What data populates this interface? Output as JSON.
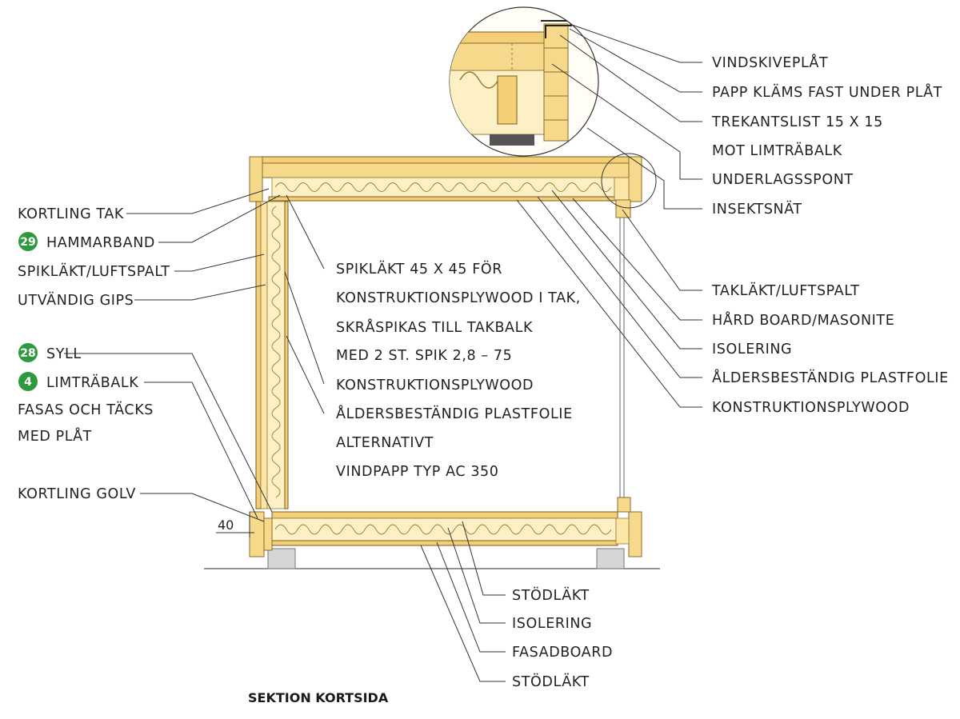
{
  "title": "SEKTION KORTSIDA",
  "dimension": "40",
  "badge_color": "#2e9a3e",
  "labels_left": [
    {
      "text": "KORTLING TAK",
      "badge": null
    },
    {
      "text": "HAMMARBAND",
      "badge": "29"
    },
    {
      "text": "SPIKLÄKT/LUFTSPALT",
      "badge": null
    },
    {
      "text": "UTVÄNDIG GIPS",
      "badge": null
    },
    {
      "text": "SYLL",
      "badge": "28"
    },
    {
      "text": "LIMTRÄBALK",
      "badge": "4"
    },
    {
      "text": "FASAS OCH TÄCKS",
      "badge": null
    },
    {
      "text": "MED PLÅT",
      "badge": null
    },
    {
      "text": "KORTLING GOLV",
      "badge": null
    }
  ],
  "labels_center": [
    "SPIKLÄKT 45 X 45 FÖR",
    "KONSTRUKTIONSPLYWOOD I TAK,",
    "SKRÅSPIKAS TILL TAKBALK",
    "MED 2 ST. SPIK 2,8 – 75",
    "KONSTRUKTIONSPLYWOOD",
    "ÅLDERSBESTÄNDIG PLASTFOLIE",
    "ALTERNATIVT",
    "VINDPAPP TYP AC 350"
  ],
  "labels_right": [
    "VINDSKIVEPLÅT",
    "PAPP KLÄMS FAST UNDER PLÅT",
    "TREKANTSLIST 15 X 15",
    "MOT LIMTRÄBALK",
    "UNDERLAGSSPONT",
    "INSEKTSNÄT",
    "TAKLÄKT/LUFTSPALT",
    "HÅRD BOARD/MASONITE",
    "ISOLERING",
    "ÅLDERSBESTÄNDIG PLASTFOLIE",
    "KONSTRUKTIONSPLYWOOD"
  ],
  "labels_bottom": [
    "STÖDLÄKT",
    "ISOLERING",
    "FASADBOARD",
    "STÖDLÄKT"
  ]
}
